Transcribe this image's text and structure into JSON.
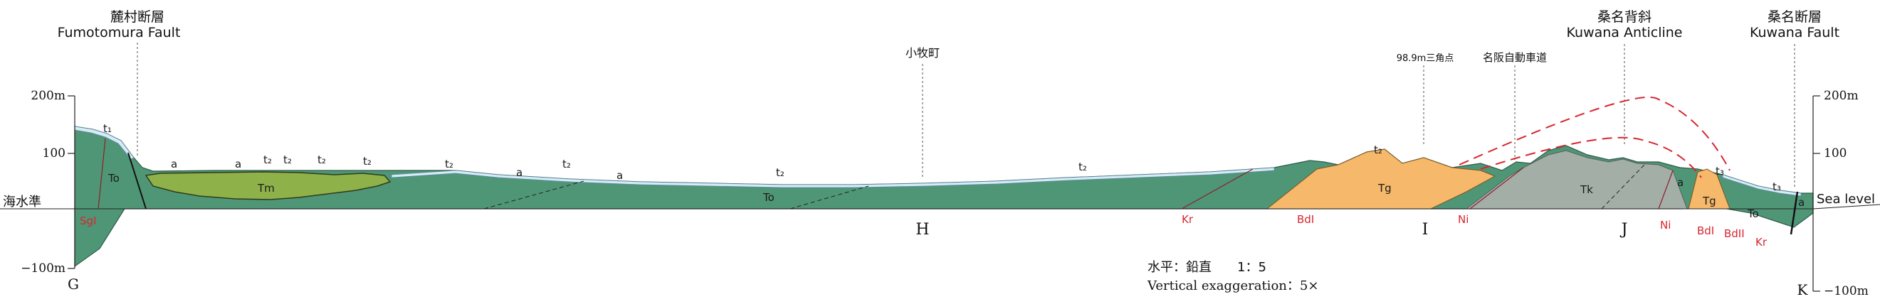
{
  "colors": {
    "ground_green": "#4f9677",
    "tm_olive": "#8fb14a",
    "tg_orange": "#f6b86a",
    "tk_grey": "#a3aea6",
    "alluvium": "#ffffff",
    "terrace_blue": "#a9cfe4",
    "fault_red": "#d8262f",
    "sea_level_line": "#333333"
  },
  "faults": {
    "fumotomura_ja": "麓村断層",
    "fumotomura_en": "Fumotomura Fault",
    "kuwana_anticline_ja": "桑名背斜",
    "kuwana_anticline_en": "Kuwana Anticline",
    "kuwana_fault_ja": "桑名断層",
    "kuwana_fault_en": "Kuwana Fault"
  },
  "places": {
    "komakicho": "小牧町",
    "triangulation": "98.9m三角点",
    "expressway": "名阪自動車道"
  },
  "axis_left": {
    "top": "200m",
    "mid": "100",
    "sea": "海水準",
    "bottom": "−100m",
    "end": "G"
  },
  "axis_right": {
    "top": "200m",
    "mid": "100",
    "sea": "Sea level",
    "bottom": "−100m",
    "end": "K"
  },
  "points": {
    "h": "H",
    "i": "I",
    "j": "J"
  },
  "units": {
    "to_left": "To",
    "to_center": "To",
    "to_right": "To",
    "tm": "Tm",
    "tg_left": "Tg",
    "tg_right": "Tg",
    "tk": "Tk",
    "t1": "t₁",
    "t2": "t₂",
    "t3": "t₃",
    "a": "a"
  },
  "red_labels": {
    "sg1": "SgI",
    "kr_center": "Kr",
    "bd1_center": "BdI",
    "ni_center": "Ni",
    "ni_right": "Ni",
    "bd1_right": "BdI",
    "bd2_right": "BdII",
    "kr_right": "Kr"
  },
  "scale": {
    "ratio": "水平：鉛直　　1：5",
    "exaggeration": "Vertical exaggeration：5×"
  }
}
